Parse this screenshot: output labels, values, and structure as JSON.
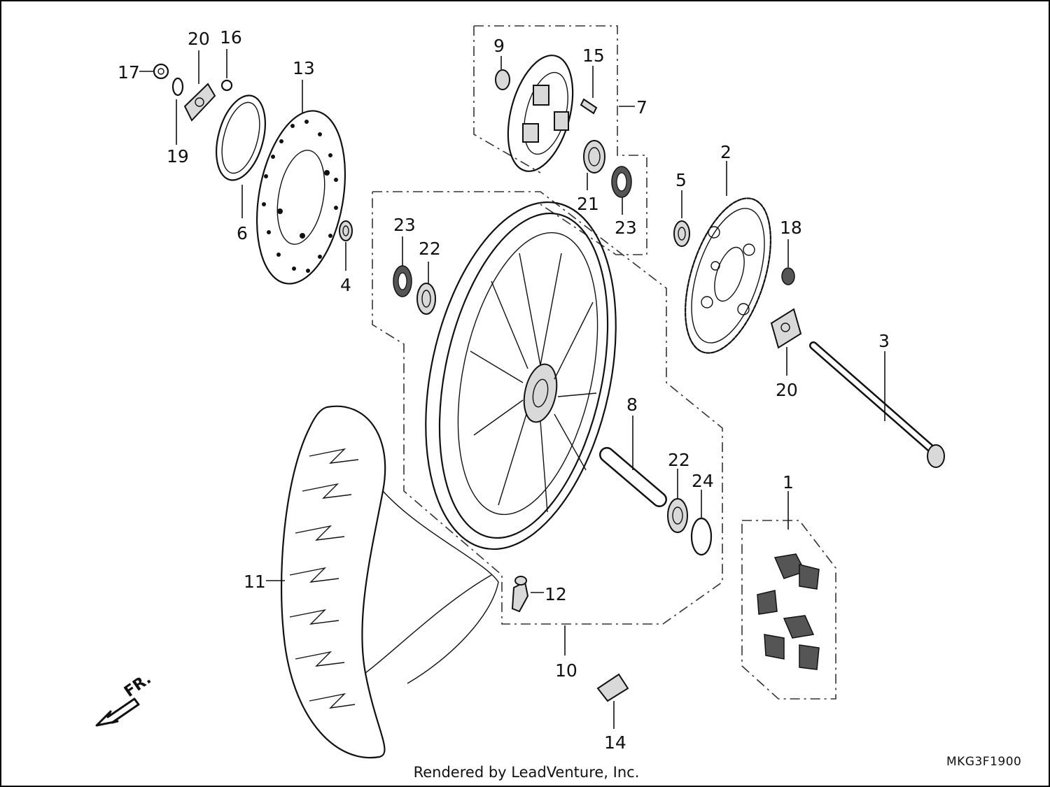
{
  "callouts": {
    "c1": "1",
    "c2": "2",
    "c3": "3",
    "c4": "4",
    "c5": "5",
    "c6": "6",
    "c7": "7",
    "c8": "8",
    "c9": "9",
    "c10": "10",
    "c11": "11",
    "c12": "12",
    "c13": "13",
    "c14": "14",
    "c15": "15",
    "c16": "16",
    "c17": "17",
    "c18": "18",
    "c19": "19",
    "c20a": "20",
    "c20b": "20",
    "c21": "21",
    "c22a": "22",
    "c22b": "22",
    "c23a": "23",
    "c23b": "23",
    "c24": "24"
  },
  "direction_label": "FR.",
  "diagram_code": "MKG3F1900",
  "footer": "Rendered by LeadVenture, Inc."
}
